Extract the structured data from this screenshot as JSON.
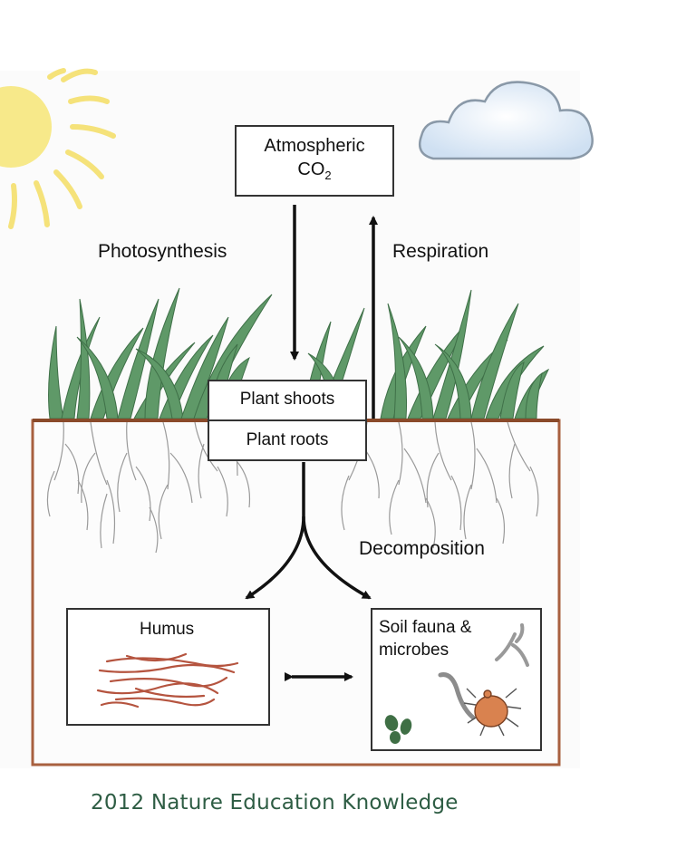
{
  "nodes": {
    "atmospheric_co2": {
      "line1": "Atmospheric",
      "line2_main": "CO",
      "line2_sub": "2"
    },
    "plant_shoots": "Plant shoots",
    "plant_roots": "Plant roots",
    "humus": "Humus",
    "soil_fauna_line1": "Soil fauna &",
    "soil_fauna_line2": "microbes"
  },
  "processes": {
    "photosynthesis": "Photosynthesis",
    "respiration": "Respiration",
    "decomposition": "Decomposition"
  },
  "icons": [
    "sun-icon",
    "cloud-icon",
    "grass-illustration",
    "roots-illustration",
    "humus-fibers-illustration",
    "mite-icon",
    "worm-icon",
    "fungal-hyphae-icon",
    "microbe-cells-icon"
  ],
  "colors": {
    "soil_border": "#a8603f",
    "ground_line": "#8a4a2a",
    "grass": "#5f9968",
    "humus": "#b5543f",
    "mite": "#d9824f",
    "sun": "#f7e98a",
    "cloud": "#dde9f6",
    "caption": "#2e5d44"
  },
  "caption": "2012 Nature Education Knowledge"
}
